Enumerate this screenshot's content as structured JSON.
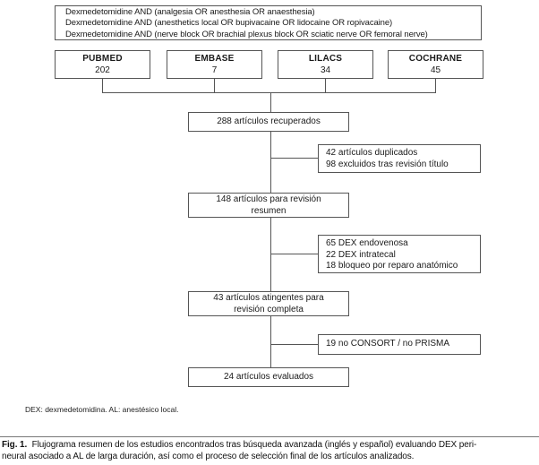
{
  "search_queries": {
    "lines": [
      "Dexmedetomidine AND (analgesia OR anesthesia OR anaesthesia)",
      "Dexmedetomidine AND (anesthetics local OR bupivacaine OR lidocaine OR ropivacaine)",
      "Dexmedetomidine AND (nerve block OR brachial plexus block OR sciatic nerve OR femoral nerve)"
    ]
  },
  "databases": [
    {
      "name": "PUBMED",
      "count": "202"
    },
    {
      "name": "EMBASE",
      "count": "7"
    },
    {
      "name": "LILACS",
      "count": "34"
    },
    {
      "name": "COCHRANE",
      "count": "45"
    }
  ],
  "flow": {
    "retrieved": "288 artículos recuperados",
    "excluded_title": {
      "line1": "42 artículos duplicados",
      "line2": "98 excluidos tras revisión título"
    },
    "abstract_review": {
      "line1": "148 artículos para revisión",
      "line2": "resumen"
    },
    "excluded_type": {
      "line1": "65 DEX endovenosa",
      "line2": "22 DEX intratecal",
      "line3": "18 bloqueo por reparo anatómico"
    },
    "full_review": {
      "line1": "43 artículos atingentes para",
      "line2": "revisión completa"
    },
    "excluded_reporting": "19 no CONSORT / no PRISMA",
    "evaluated": "24 artículos evaluados"
  },
  "footnote": "DEX: dexmedetomidina. AL: anestésico local.",
  "caption": {
    "label": "Fig. 1.",
    "line1": "Flujograma resumen de los estudios encontrados tras búsqueda avanzada (inglés y español) evaluando DEX peri-",
    "line2": "neural asociado a AL de larga duración, así como el proceso de selección final de los artículos analizados."
  },
  "colors": {
    "border": "#555555",
    "text": "#1a1a1a",
    "background": "#ffffff"
  }
}
